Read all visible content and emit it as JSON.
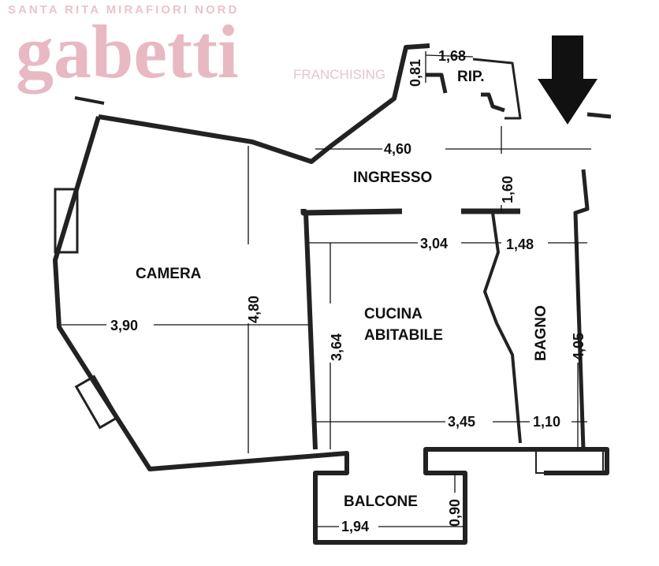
{
  "watermark": {
    "brand": "gabetti",
    "sub": "FRANCHISING",
    "agency": "SANTA RITA MIRAFIORI NORD",
    "color": "#e8b9c3"
  },
  "rooms": {
    "camera": "CAMERA",
    "ingresso": "INGRESSO",
    "rip": "RIP.",
    "cucina_1": "CUCINA",
    "cucina_2": "ABITABILE",
    "bagno": "BAGNO",
    "balcone": "BALCONE"
  },
  "dimensions": {
    "rip_w": "1,68",
    "rip_h": "0,81",
    "ingresso_w": "4,60",
    "ingresso_h": "1,60",
    "camera_h": "4,80",
    "camera_w": "3,90",
    "cucina_top": "3,04",
    "cucina_h": "3,64",
    "cucina_bottom": "3,45",
    "bagno_top": "1,48",
    "bagno_h": "4,05",
    "bagno_bottom": "1,10",
    "balcone_w": "1,94",
    "balcone_h": "0,90"
  },
  "entrance_arrow": "arrow-down-icon"
}
